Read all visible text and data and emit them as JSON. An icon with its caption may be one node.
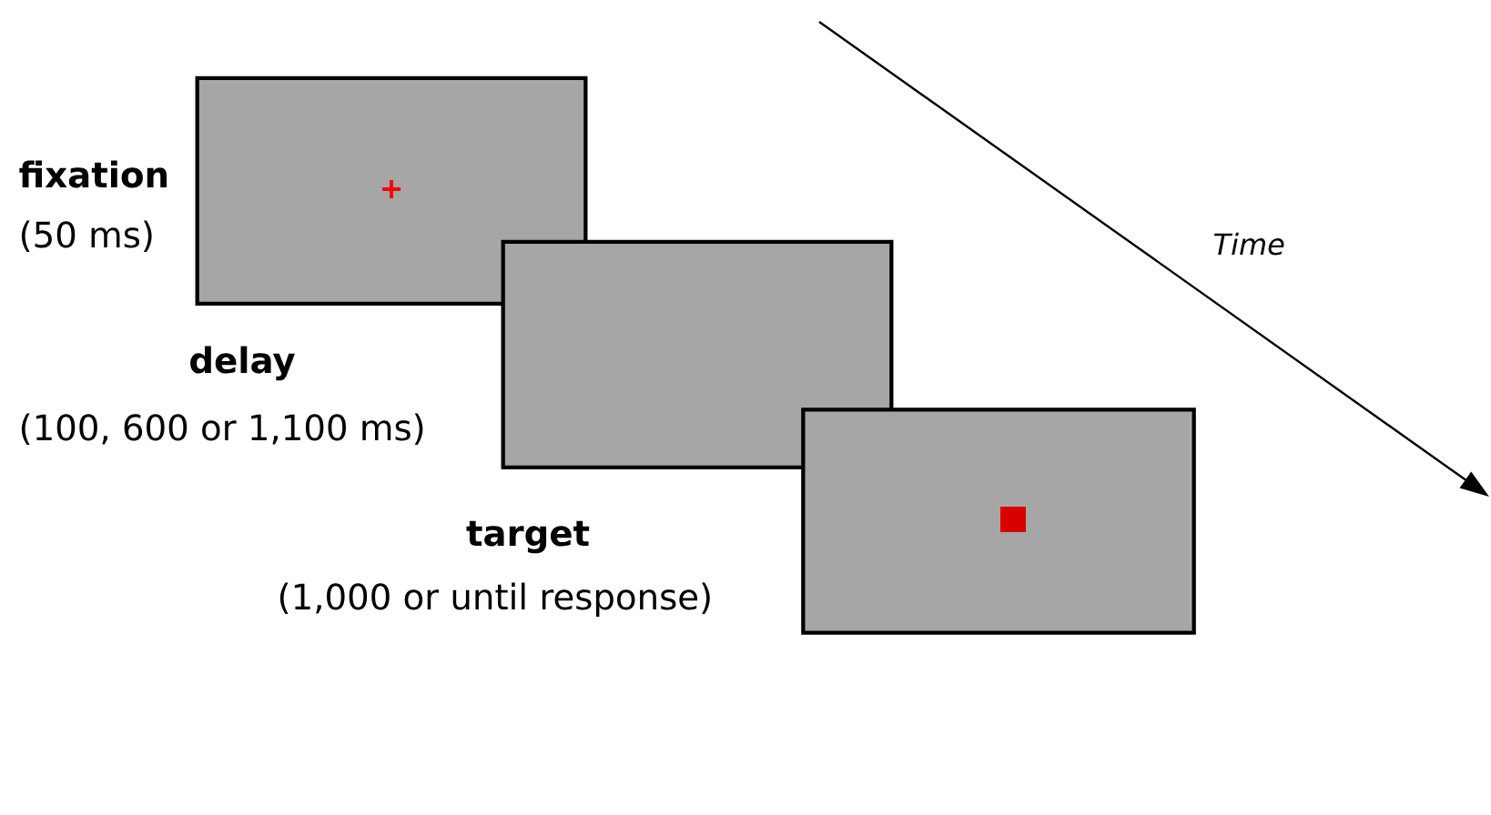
{
  "diagram": {
    "nodes": [
      {
        "text": [],
        "shape": "box",
        "beside": [
          "fixation",
          "(50 ms)"
        ]
      },
      {
        "text": [],
        "shape": "box",
        "beside": [
          "delay",
          "(100, 600 or 1,100 ms)"
        ]
      },
      {
        "text": [],
        "shape": "box",
        "beside": [
          "target",
          "(1,000 or until response)"
        ]
      }
    ],
    "labels": [
      "Time"
    ]
  }
}
